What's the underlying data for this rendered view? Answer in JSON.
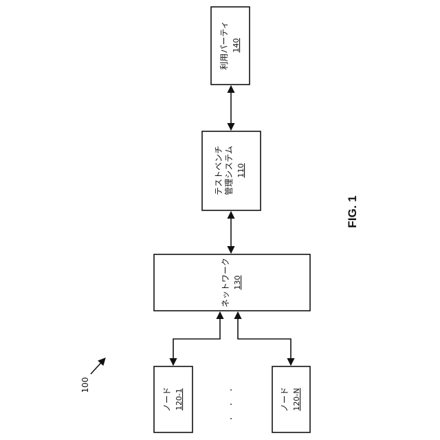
{
  "figure": {
    "label": "FIG. 1",
    "ref": "100",
    "ellipsis": "· · ·"
  },
  "nodes": {
    "user_party": {
      "label": "利用パーティ",
      "ref": "140"
    },
    "testbench": {
      "label_line1": "テストベンチ",
      "label_line2": "管理システム",
      "ref": "110"
    },
    "network": {
      "label": "ネットワーク",
      "ref": "130"
    },
    "node_1": {
      "label": "ノード",
      "ref": "120-1"
    },
    "node_n": {
      "label": "ノード",
      "ref": "120-N"
    }
  }
}
